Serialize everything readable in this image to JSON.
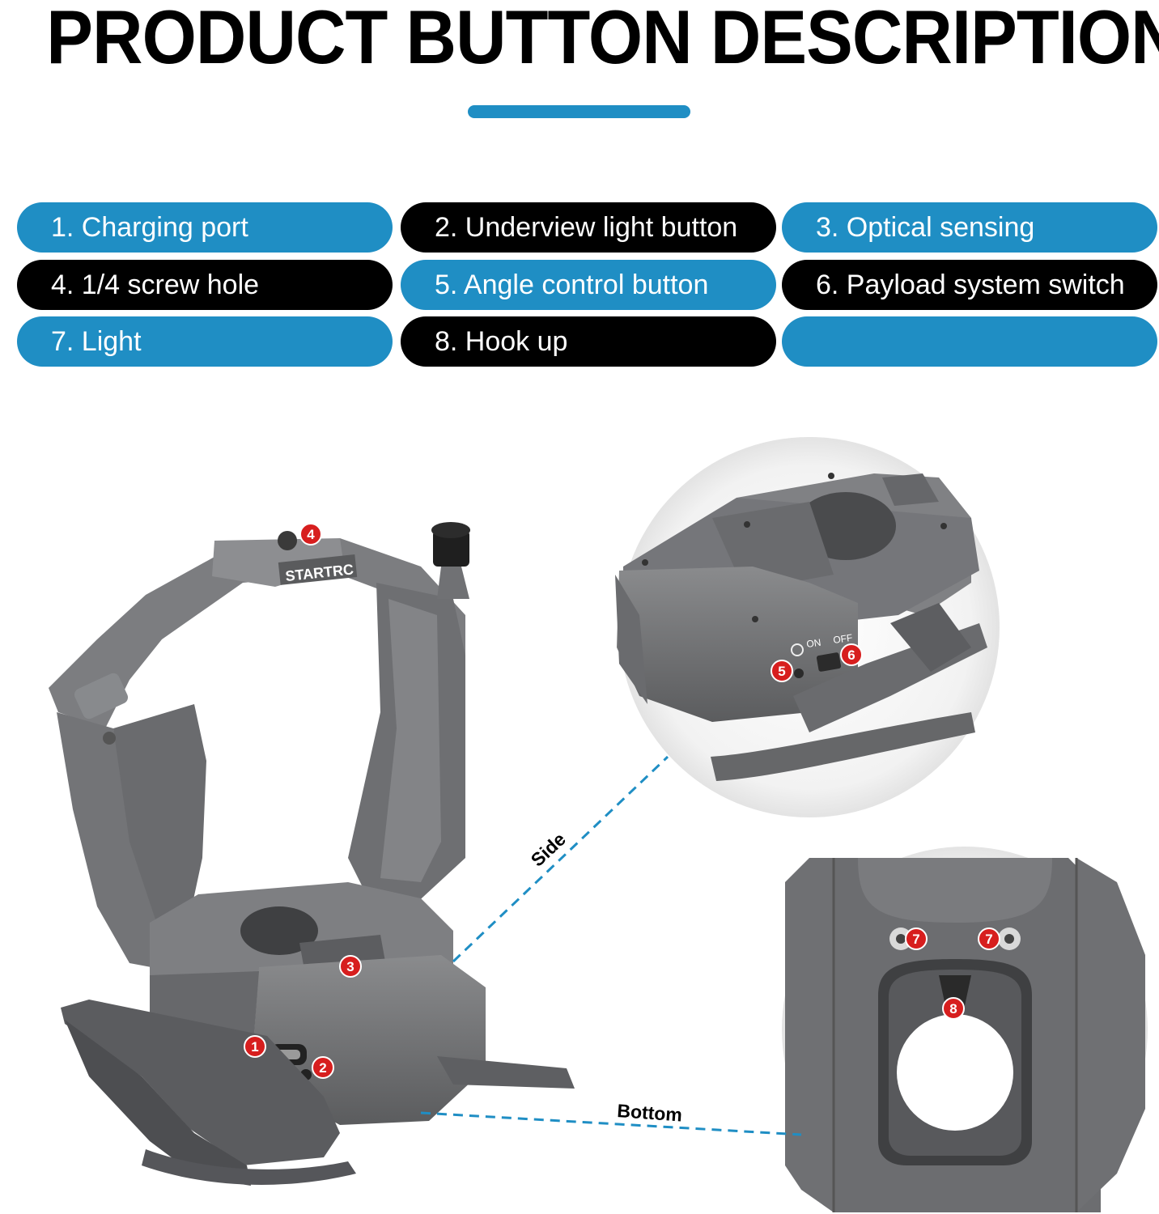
{
  "title": "PRODUCT BUTTON DESCRIPTION",
  "legend": [
    {
      "label": "1. Charging port",
      "color": "blue"
    },
    {
      "label": "2. Underview light button",
      "color": "black"
    },
    {
      "label": "3. Optical sensing",
      "color": "blue"
    },
    {
      "label": "4. 1/4 screw hole",
      "color": "black"
    },
    {
      "label": "5. Angle control button",
      "color": "blue"
    },
    {
      "label": "6. Payload system switch",
      "color": "black"
    },
    {
      "label": "7. Light",
      "color": "blue"
    },
    {
      "label": "8. Hook up",
      "color": "black"
    },
    {
      "label": "",
      "color": "blue"
    }
  ],
  "markers": [
    "1",
    "2",
    "3",
    "4",
    "5",
    "6",
    "7",
    "7",
    "8"
  ],
  "callouts": {
    "side": "Side",
    "bottom": "Bottom"
  },
  "brand": "STARTRC",
  "switch_labels": {
    "on": "ON",
    "off": "OFF"
  },
  "colors": {
    "accent_blue": "#1f8ec4",
    "pill_black": "#000000",
    "marker_red": "#d71e1e",
    "product_gray": "#6d6e70"
  }
}
